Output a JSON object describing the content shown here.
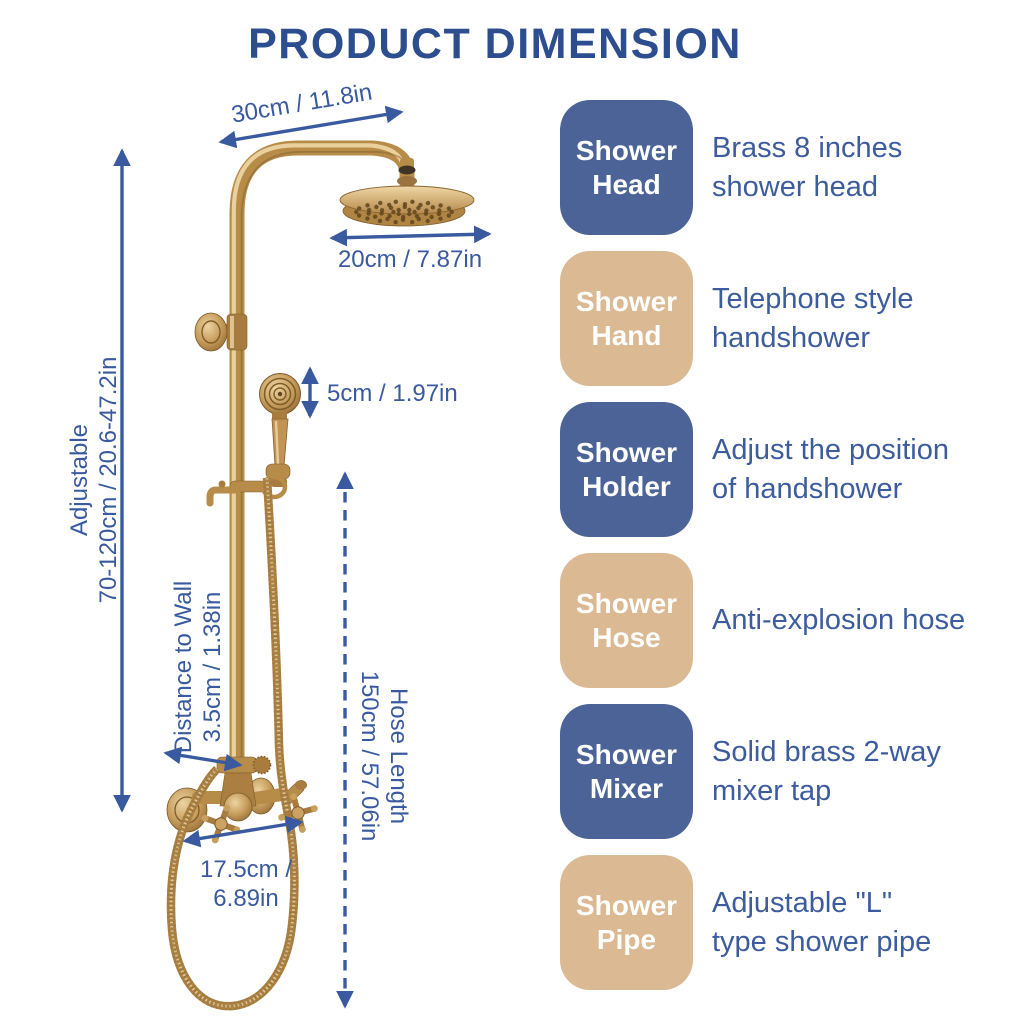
{
  "title": "PRODUCT DIMENSION",
  "dimensions": {
    "arm": "30cm / 11.8in",
    "head": "20cm / 7.87in",
    "hand": "5cm / 1.97in",
    "adjustable_l1": "Adjustable",
    "adjustable_l2": "70-120cm / 20.6-47.2in",
    "wall_l1": "Distance to Wall",
    "wall_l2": "3.5cm / 1.38in",
    "hose_l1": "Hose Length",
    "hose_l2": "150cm / 57.06in",
    "mixer_l1": "17.5cm /",
    "mixer_l2": "6.89in"
  },
  "features": [
    {
      "label": "Shower\nHead",
      "variant": "blue",
      "description": "Brass 8 inches\nshower head"
    },
    {
      "label": "Shower\nHand",
      "variant": "tan",
      "description": "Telephone style\nhandshower"
    },
    {
      "label": "Shower\nHolder",
      "variant": "blue",
      "description": "Adjust the position\nof handshower"
    },
    {
      "label": "Shower\nHose",
      "variant": "tan",
      "description": "Anti-explosion hose"
    },
    {
      "label": "Shower\nMixer",
      "variant": "blue",
      "description": "Solid brass 2-way\nmixer tap"
    },
    {
      "label": "Shower\nPipe",
      "variant": "tan",
      "description": "Adjustable \"L\"\ntype shower pipe"
    }
  ],
  "colors": {
    "title": "#2d4e8e",
    "box_blue": "#4c6398",
    "box_tan": "#dbb992",
    "description_text": "#3d5c9e",
    "dimension_annotations": "#3a5aa0",
    "brass": "#b78c49"
  }
}
